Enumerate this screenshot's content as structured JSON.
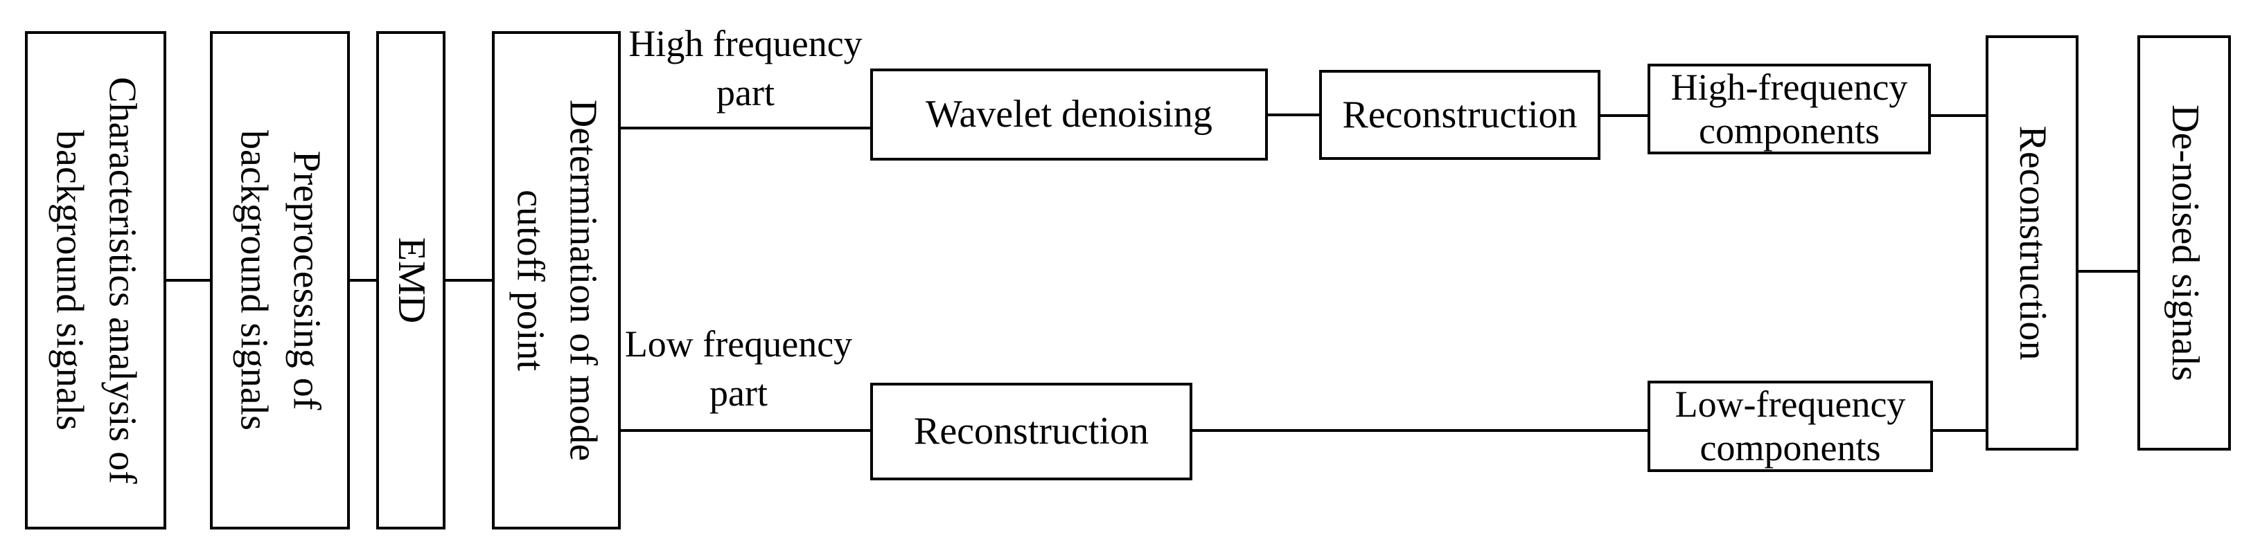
{
  "figure": {
    "type": "flowchart",
    "background_color": "#ffffff",
    "stroke_color": "#000000",
    "nodes": {
      "characteristics": {
        "label": "Characteristics analysis of\nbackground signals",
        "orientation": "vertical"
      },
      "preprocessing": {
        "label": "Preprocessing of\nbackground signals",
        "orientation": "vertical"
      },
      "emd": {
        "label": "EMD",
        "orientation": "vertical"
      },
      "mode_cutoff": {
        "label": "Determination of mode\ncutoff point",
        "orientation": "vertical"
      },
      "wavelet": {
        "label": "Wavelet denoising",
        "orientation": "horizontal"
      },
      "recon_top": {
        "label": "Reconstruction",
        "orientation": "horizontal"
      },
      "hf_components": {
        "label": "High-frequency\ncomponents",
        "orientation": "horizontal"
      },
      "recon_bottom": {
        "label": "Reconstruction",
        "orientation": "horizontal"
      },
      "lf_components": {
        "label": "Low-frequency\ncomponents",
        "orientation": "horizontal"
      },
      "recon_final": {
        "label": "Reconstruction",
        "orientation": "vertical"
      },
      "denoised": {
        "label": "De-noised signals",
        "orientation": "vertical"
      }
    },
    "edge_labels": {
      "high_freq": "High frequency\npart",
      "low_freq": "Low frequency\npart"
    },
    "edges": [
      {
        "from": "characteristics",
        "to": "preprocessing"
      },
      {
        "from": "preprocessing",
        "to": "emd"
      },
      {
        "from": "emd",
        "to": "mode_cutoff"
      },
      {
        "from": "mode_cutoff",
        "to": "wavelet",
        "label": "High frequency\npart"
      },
      {
        "from": "wavelet",
        "to": "recon_top"
      },
      {
        "from": "recon_top",
        "to": "hf_components"
      },
      {
        "from": "hf_components",
        "to": "recon_final"
      },
      {
        "from": "mode_cutoff",
        "to": "recon_bottom",
        "label": "Low frequency\npart"
      },
      {
        "from": "recon_bottom",
        "to": "lf_components"
      },
      {
        "from": "lf_components",
        "to": "recon_final"
      },
      {
        "from": "recon_final",
        "to": "denoised"
      }
    ]
  }
}
